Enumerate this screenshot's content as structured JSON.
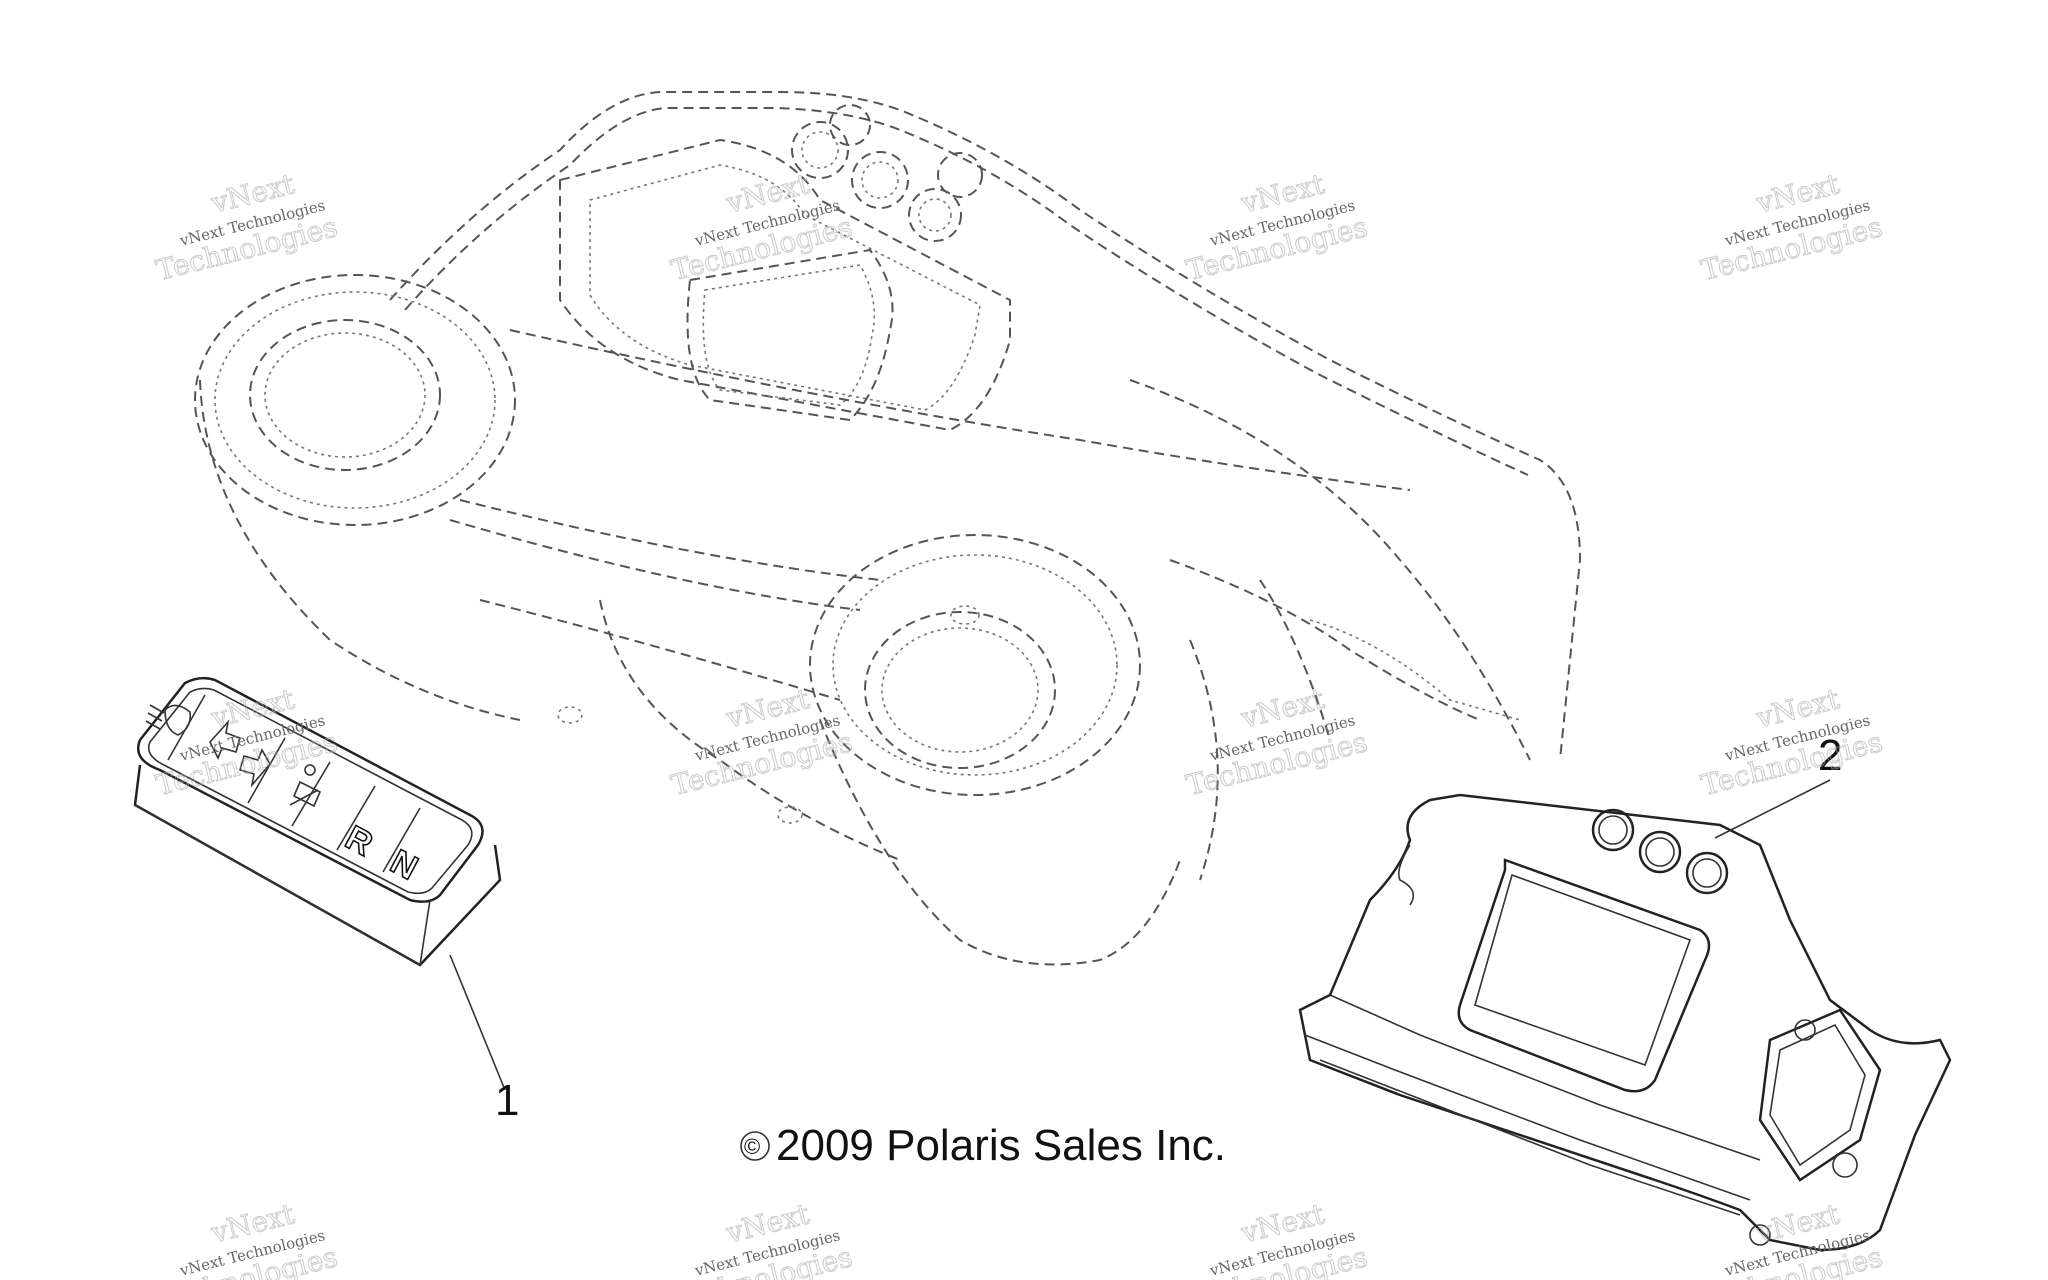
{
  "callouts": {
    "part_1": "1",
    "part_2": "2"
  },
  "copyright": {
    "symbol": "©",
    "text": "2009 Polaris Sales Inc."
  },
  "switch_keys": {
    "r": "R",
    "n": "N"
  },
  "watermark": {
    "top": "vNext",
    "middle": "vNext Technologies",
    "bottom": "Technologies"
  },
  "icons": [
    "headlight-icon",
    "turn-signal-icon",
    "seat-belt-icon"
  ]
}
